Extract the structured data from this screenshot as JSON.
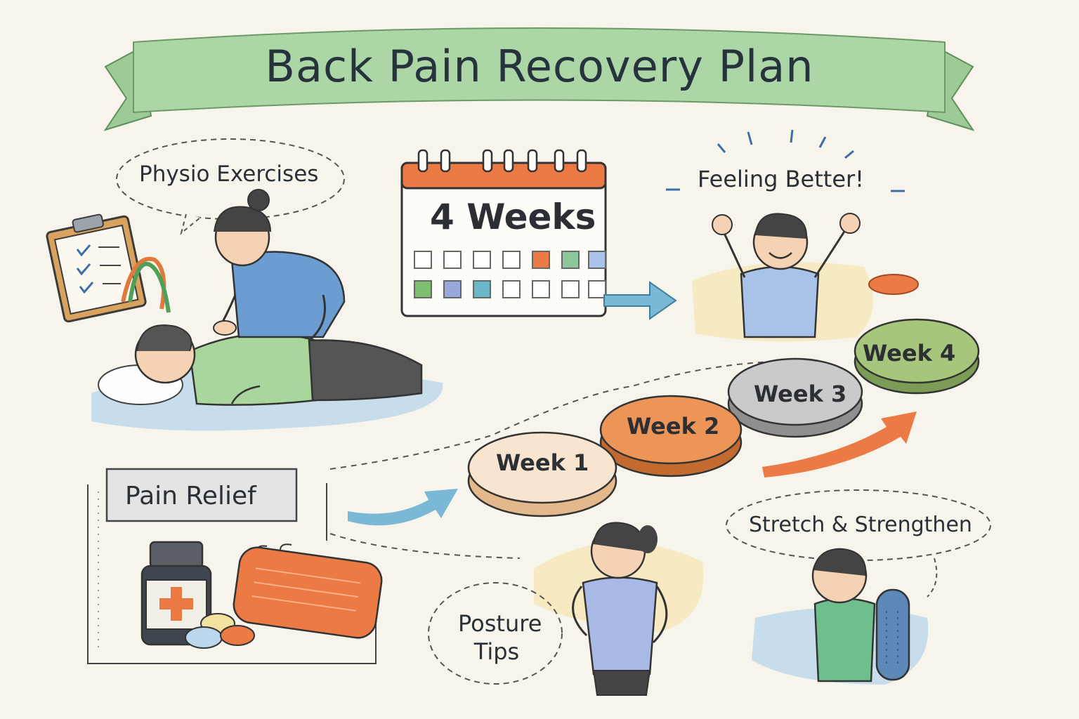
{
  "title": "Back Pain Recovery Plan",
  "sections": {
    "physio": "Physio Exercises",
    "calendar": "4 Weeks",
    "feeling": "Feeling Better!",
    "pain_relief": "Pain Relief",
    "stretch": "Stretch & Strengthen",
    "posture": "Posture Tips"
  },
  "weeks": [
    "Week 1",
    "Week 2",
    "Week 3",
    "Week 4"
  ],
  "colors": {
    "banner": "#a9d3a4",
    "week1": "#f7e1cc",
    "week2": "#e8904a",
    "week3": "#c6c6c6",
    "week4": "#9bbf6e",
    "arrow_blue": "#7bb8d6",
    "arrow_orange": "#ec7a45"
  },
  "icons": [
    "clipboard-icon",
    "calendar-icon",
    "medicine-bottle-icon",
    "pills-icon",
    "heat-pad-icon",
    "foam-roller-icon"
  ]
}
